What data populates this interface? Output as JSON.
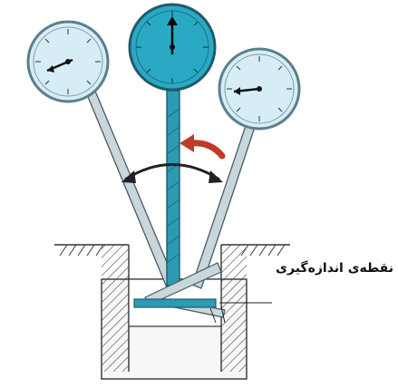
{
  "diagram": {
    "callout_label": "نقطه‌ی اندازه‌گیری",
    "colors": {
      "gauge_fill_light": "#d6edf5",
      "gauge_fill_active": "#2aa9c4",
      "gauge_rim": "#5b7f8c",
      "arm_fill": "#c9d6db",
      "active_arm": "#2b9ab3",
      "hatch": "#444444",
      "rotation_arrow": "#c0392b"
    },
    "icons": [
      "dial-gauge-left",
      "dial-gauge-center",
      "dial-gauge-right",
      "rotation-arrow-icon",
      "swing-arrow-icon"
    ]
  }
}
